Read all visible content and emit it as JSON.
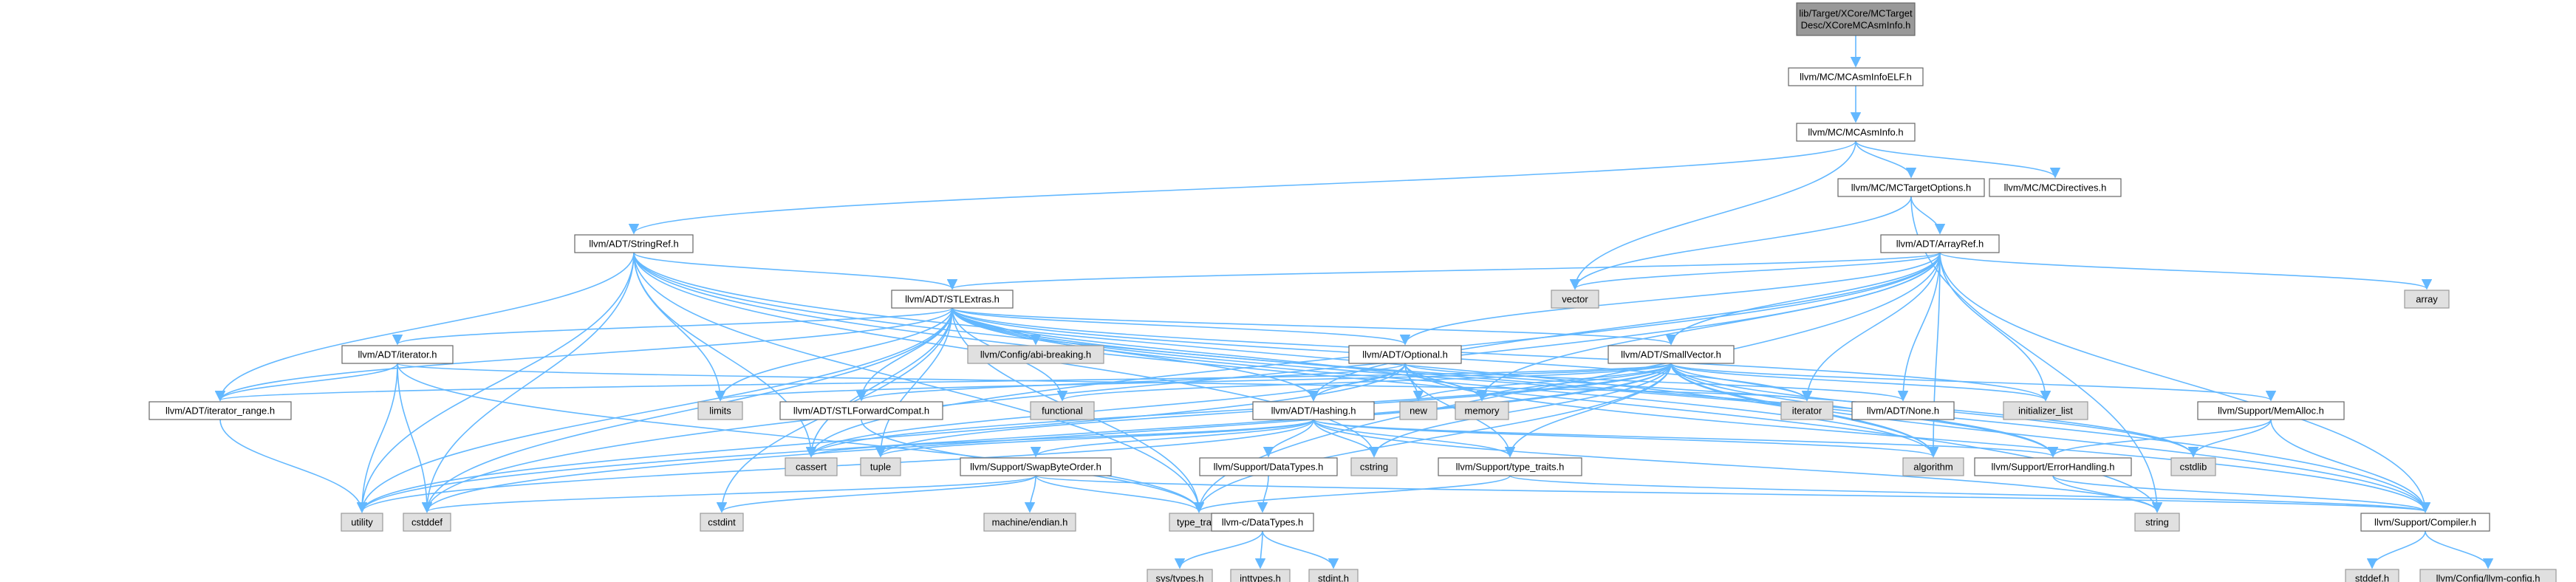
{
  "colors": {
    "root_fill": "#999999",
    "root_stroke": "#666666",
    "file_fill": "#ffffff",
    "file_stroke": "#666666",
    "external_fill": "#e0e0e0",
    "external_stroke": "#999999",
    "external_text": "#444444",
    "edge": "#63b8ff"
  },
  "nodes": [
    {
      "id": "root",
      "label": "lib/Target/XCore/MCTarget\nDesc/XCoreMCAsmInfo.h",
      "kind": "root"
    },
    {
      "id": "mcasminfoelf",
      "label": "llvm/MC/MCAsmInfoELF.h",
      "kind": "file"
    },
    {
      "id": "mcasminfo",
      "label": "llvm/MC/MCAsmInfo.h",
      "kind": "file"
    },
    {
      "id": "stringref",
      "label": "llvm/ADT/StringRef.h",
      "kind": "file"
    },
    {
      "id": "mctargetoptions",
      "label": "llvm/MC/MCTargetOptions.h",
      "kind": "file"
    },
    {
      "id": "mcdirectives",
      "label": "llvm/MC/MCDirectives.h",
      "kind": "file"
    },
    {
      "id": "arrayref",
      "label": "llvm/ADT/ArrayRef.h",
      "kind": "file"
    },
    {
      "id": "vector",
      "label": "vector",
      "kind": "external"
    },
    {
      "id": "array",
      "label": "array",
      "kind": "external"
    },
    {
      "id": "stlextras",
      "label": "llvm/ADT/STLExtras.h",
      "kind": "file"
    },
    {
      "id": "abibreaking",
      "label": "llvm/Config/abi-breaking.h",
      "kind": "external"
    },
    {
      "id": "iteratorh",
      "label": "llvm/ADT/iterator.h",
      "kind": "file"
    },
    {
      "id": "optional",
      "label": "llvm/ADT/Optional.h",
      "kind": "file"
    },
    {
      "id": "smallvector",
      "label": "llvm/ADT/SmallVector.h",
      "kind": "file"
    },
    {
      "id": "iterrange",
      "label": "llvm/ADT/iterator_range.h",
      "kind": "file"
    },
    {
      "id": "limits",
      "label": "limits",
      "kind": "external"
    },
    {
      "id": "stlfwd",
      "label": "llvm/ADT/STLForwardCompat.h",
      "kind": "file"
    },
    {
      "id": "functional",
      "label": "functional",
      "kind": "external"
    },
    {
      "id": "hashing",
      "label": "llvm/ADT/Hashing.h",
      "kind": "file"
    },
    {
      "id": "new",
      "label": "new",
      "kind": "external"
    },
    {
      "id": "memory",
      "label": "memory",
      "kind": "external"
    },
    {
      "id": "iterator",
      "label": "iterator",
      "kind": "external"
    },
    {
      "id": "none",
      "label": "llvm/ADT/None.h",
      "kind": "file"
    },
    {
      "id": "initlist",
      "label": "initializer_list",
      "kind": "external"
    },
    {
      "id": "memalloc",
      "label": "llvm/Support/MemAlloc.h",
      "kind": "file"
    },
    {
      "id": "cassert",
      "label": "cassert",
      "kind": "external"
    },
    {
      "id": "tuple",
      "label": "tuple",
      "kind": "external"
    },
    {
      "id": "swapbyte",
      "label": "llvm/Support/SwapByteOrder.h",
      "kind": "file"
    },
    {
      "id": "datatypes",
      "label": "llvm/Support/DataTypes.h",
      "kind": "file"
    },
    {
      "id": "cstring",
      "label": "cstring",
      "kind": "external"
    },
    {
      "id": "typetraitsh",
      "label": "llvm/Support/type_traits.h",
      "kind": "file"
    },
    {
      "id": "algorithm",
      "label": "algorithm",
      "kind": "external"
    },
    {
      "id": "errorhandling",
      "label": "llvm/Support/ErrorHandling.h",
      "kind": "file"
    },
    {
      "id": "cstdlib",
      "label": "cstdlib",
      "kind": "external"
    },
    {
      "id": "utility",
      "label": "utility",
      "kind": "external"
    },
    {
      "id": "cstddef",
      "label": "cstddef",
      "kind": "external"
    },
    {
      "id": "cstdint",
      "label": "cstdint",
      "kind": "external"
    },
    {
      "id": "machendian",
      "label": "machine/endian.h",
      "kind": "external"
    },
    {
      "id": "type_traits",
      "label": "type_traits",
      "kind": "external"
    },
    {
      "id": "cdatatypes",
      "label": "llvm-c/DataTypes.h",
      "kind": "file"
    },
    {
      "id": "string",
      "label": "string",
      "kind": "external"
    },
    {
      "id": "compiler",
      "label": "llvm/Support/Compiler.h",
      "kind": "file"
    },
    {
      "id": "systypes",
      "label": "sys/types.h",
      "kind": "external"
    },
    {
      "id": "inttypes",
      "label": "inttypes.h",
      "kind": "external"
    },
    {
      "id": "stdint",
      "label": "stdint.h",
      "kind": "external"
    },
    {
      "id": "stddef",
      "label": "stddef.h",
      "kind": "external"
    },
    {
      "id": "llvmconfig",
      "label": "llvm/Config/llvm-config.h",
      "kind": "external"
    }
  ],
  "edges": [
    [
      "root",
      "mcasminfoelf"
    ],
    [
      "mcasminfoelf",
      "mcasminfo"
    ],
    [
      "mcasminfo",
      "stringref"
    ],
    [
      "mcasminfo",
      "mctargetoptions"
    ],
    [
      "mcasminfo",
      "mcdirectives"
    ],
    [
      "mcasminfo",
      "vector"
    ],
    [
      "mctargetoptions",
      "arrayref"
    ],
    [
      "mctargetoptions",
      "string"
    ],
    [
      "mctargetoptions",
      "vector"
    ],
    [
      "arrayref",
      "stlextras"
    ],
    [
      "arrayref",
      "smallvector"
    ],
    [
      "arrayref",
      "hashing"
    ],
    [
      "arrayref",
      "none"
    ],
    [
      "arrayref",
      "compiler"
    ],
    [
      "arrayref",
      "algorithm"
    ],
    [
      "arrayref",
      "array"
    ],
    [
      "arrayref",
      "cassert"
    ],
    [
      "arrayref",
      "cstddef"
    ],
    [
      "arrayref",
      "initlist"
    ],
    [
      "arrayref",
      "iterator"
    ],
    [
      "arrayref",
      "memory"
    ],
    [
      "arrayref",
      "type_traits"
    ],
    [
      "arrayref",
      "vector"
    ],
    [
      "arrayref",
      "optional"
    ],
    [
      "stringref",
      "stlextras"
    ],
    [
      "stringref",
      "iterrange"
    ],
    [
      "stringref",
      "compiler"
    ],
    [
      "stringref",
      "algorithm"
    ],
    [
      "stringref",
      "cassert"
    ],
    [
      "stringref",
      "cstddef"
    ],
    [
      "stringref",
      "cstring"
    ],
    [
      "stringref",
      "limits"
    ],
    [
      "stringref",
      "string"
    ],
    [
      "stringref",
      "type_traits"
    ],
    [
      "stringref",
      "utility"
    ],
    [
      "stlextras",
      "abibreaking"
    ],
    [
      "stlextras",
      "iteratorh"
    ],
    [
      "stlextras",
      "iterrange"
    ],
    [
      "stlextras",
      "optional"
    ],
    [
      "stlextras",
      "stlfwd"
    ],
    [
      "stlextras",
      "hashing"
    ],
    [
      "stlextras",
      "errorhandling"
    ],
    [
      "stlextras",
      "algorithm"
    ],
    [
      "stlextras",
      "cassert"
    ],
    [
      "stlextras",
      "cstddef"
    ],
    [
      "stlextras",
      "cstdint"
    ],
    [
      "stlextras",
      "cstdlib"
    ],
    [
      "stlextras",
      "functional"
    ],
    [
      "stlextras",
      "initlist"
    ],
    [
      "stlextras",
      "iterator"
    ],
    [
      "stlextras",
      "limits"
    ],
    [
      "stlextras",
      "memory"
    ],
    [
      "stlextras",
      "tuple"
    ],
    [
      "stlextras",
      "type_traits"
    ],
    [
      "stlextras",
      "utility"
    ],
    [
      "stlextras",
      "smallvector"
    ],
    [
      "iteratorh",
      "iterrange"
    ],
    [
      "iteratorh",
      "cstddef"
    ],
    [
      "iteratorh",
      "iterator"
    ],
    [
      "iteratorh",
      "type_traits"
    ],
    [
      "iteratorh",
      "utility"
    ],
    [
      "iterrange",
      "utility"
    ],
    [
      "optional",
      "none"
    ],
    [
      "optional",
      "stlfwd"
    ],
    [
      "optional",
      "typetraitsh"
    ],
    [
      "optional",
      "cassert"
    ],
    [
      "optional",
      "memory"
    ],
    [
      "optional",
      "new"
    ],
    [
      "optional",
      "utility"
    ],
    [
      "optional",
      "compiler"
    ],
    [
      "optional",
      "hashing"
    ],
    [
      "smallvector",
      "compiler"
    ],
    [
      "smallvector",
      "memalloc"
    ],
    [
      "smallvector",
      "typetraitsh"
    ],
    [
      "smallvector",
      "errorhandling"
    ],
    [
      "smallvector",
      "algorithm"
    ],
    [
      "smallvector",
      "cassert"
    ],
    [
      "smallvector",
      "cstddef"
    ],
    [
      "smallvector",
      "cstdlib"
    ],
    [
      "smallvector",
      "cstring"
    ],
    [
      "smallvector",
      "functional"
    ],
    [
      "smallvector",
      "initlist"
    ],
    [
      "smallvector",
      "iterator"
    ],
    [
      "smallvector",
      "limits"
    ],
    [
      "smallvector",
      "memory"
    ],
    [
      "smallvector",
      "new"
    ],
    [
      "smallvector",
      "type_traits"
    ],
    [
      "smallvector",
      "utility"
    ],
    [
      "smallvector",
      "tuple"
    ],
    [
      "smallvector",
      "iterrange"
    ],
    [
      "hashing",
      "errorhandling"
    ],
    [
      "hashing",
      "swapbyte"
    ],
    [
      "hashing",
      "datatypes"
    ],
    [
      "hashing",
      "typetraitsh"
    ],
    [
      "hashing",
      "algorithm"
    ],
    [
      "hashing",
      "cassert"
    ],
    [
      "hashing",
      "cstring"
    ],
    [
      "hashing",
      "string"
    ],
    [
      "hashing",
      "tuple"
    ],
    [
      "hashing",
      "utility"
    ],
    [
      "stlfwd",
      "type_traits"
    ],
    [
      "memalloc",
      "compiler"
    ],
    [
      "memalloc",
      "errorhandling"
    ],
    [
      "memalloc",
      "cstdlib"
    ],
    [
      "swapbyte",
      "compiler"
    ],
    [
      "swapbyte",
      "cstddef"
    ],
    [
      "swapbyte",
      "cstdint"
    ],
    [
      "swapbyte",
      "type_traits"
    ],
    [
      "swapbyte",
      "machendian"
    ],
    [
      "datatypes",
      "cdatatypes"
    ],
    [
      "typetraitsh",
      "compiler"
    ],
    [
      "typetraitsh",
      "type_traits"
    ],
    [
      "errorhandling",
      "compiler"
    ],
    [
      "errorhandling",
      "string"
    ],
    [
      "cdatatypes",
      "systypes"
    ],
    [
      "cdatatypes",
      "inttypes"
    ],
    [
      "cdatatypes",
      "stdint"
    ],
    [
      "compiler",
      "stddef"
    ],
    [
      "compiler",
      "llvmconfig"
    ]
  ]
}
